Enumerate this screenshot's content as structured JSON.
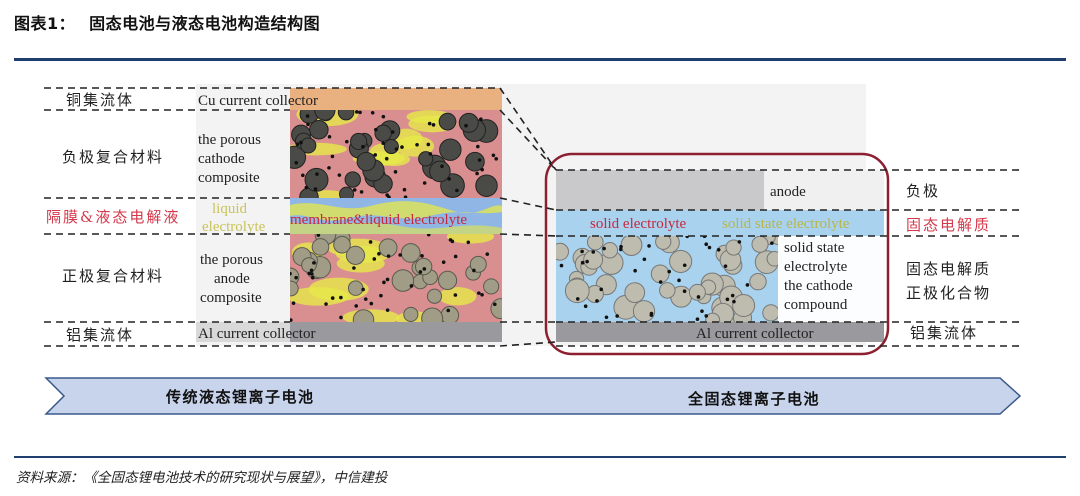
{
  "figure": {
    "label": "图表1：",
    "title": "固态电池与液态电池构造结构图"
  },
  "left_labels_cn": {
    "cu_collector": "铜集流体",
    "anode_composite": "负极复合材料",
    "separator_liquid": "隔膜&液态电解液",
    "cathode_composite": "正极复合材料",
    "al_collector": "铝集流体"
  },
  "liquid_cell": {
    "cu_collector": "Cu current collector",
    "porous_cathode": [
      "the porous",
      "cathode",
      "composite"
    ],
    "liquid_electrolyte": [
      "liquid",
      "electrolyte"
    ],
    "membrane": "membrane&liquid electrolyte",
    "porous_anode": [
      "the porous",
      "anode",
      "composite"
    ],
    "al_collector": "Al current collector"
  },
  "solid_cell": {
    "anode": "anode",
    "solid_electrolyte": "solid electrolyte",
    "solid_state_electrolyte": "solid state electrolyte",
    "cathode_compound": [
      "solid state",
      "electrolyte",
      "the cathode",
      "compound"
    ],
    "al_collector": "Al current collector"
  },
  "right_labels_cn": {
    "anode": "负极",
    "solid_electrolyte": "固态电解质",
    "cathode": [
      "固态电解质",
      "正极化合物"
    ],
    "al_collector": "铝集流体"
  },
  "banner": {
    "left": "传统液态锂离子电池",
    "right": "全固态锂离子电池"
  },
  "source": "资料来源：《全固态锂电池技术的研究现状与展望》，中信建投",
  "colors": {
    "rule": "#1f3f6e",
    "cu_layer": "#e9b080",
    "composite_bg": "#d98f90",
    "electrolyte_yellow": "#e6e84a",
    "membrane_blue": "#8fb6e4",
    "al_layer": "#9a9a9e",
    "solid_anode": "#c9c9cc",
    "solid_electrolyte": "#a8d2ee",
    "outline_red": "#8c2030",
    "banner_fill": "#c7d4ec",
    "banner_stroke": "#3a5a8c"
  }
}
